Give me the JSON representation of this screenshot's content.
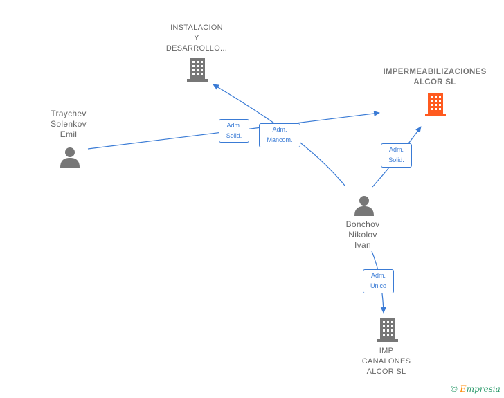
{
  "nodes": {
    "instalacion": {
      "label": "INSTALACION\nY\nDESARROLLO...",
      "icon": "building-icon",
      "color": "#777777"
    },
    "impermeabilizaciones": {
      "label": "IMPERMEABILIZACIONES\nALCOR  SL",
      "icon": "building-icon",
      "color": "#ff5a1f"
    },
    "traychev": {
      "label": "Traychev\nSolenkov\nEmil",
      "icon": "person-icon",
      "color": "#777777"
    },
    "bonchov": {
      "label": "Bonchov\nNikolov\nIvan",
      "icon": "person-icon",
      "color": "#777777"
    },
    "imp_canalones": {
      "label": "IMP\nCANALONES\nALCOR  SL",
      "icon": "building-icon",
      "color": "#777777"
    }
  },
  "edges": [
    {
      "from": "traychev",
      "to": "impermeabilizaciones",
      "role_line1": "Adm.",
      "role_line2": "Solid."
    },
    {
      "from": "bonchov",
      "to": "instalacion",
      "role_line1": "Adm.",
      "role_line2": "Mancom."
    },
    {
      "from": "bonchov",
      "to": "impermeabilizaciones",
      "role_line1": "Adm.",
      "role_line2": "Solid."
    },
    {
      "from": "bonchov",
      "to": "imp_canalones",
      "role_line1": "Adm.",
      "role_line2": "Unico"
    }
  ],
  "edge_color": "#3a7bd5",
  "brand": {
    "symbol": "©",
    "initial": "E",
    "name": "mpresia"
  }
}
